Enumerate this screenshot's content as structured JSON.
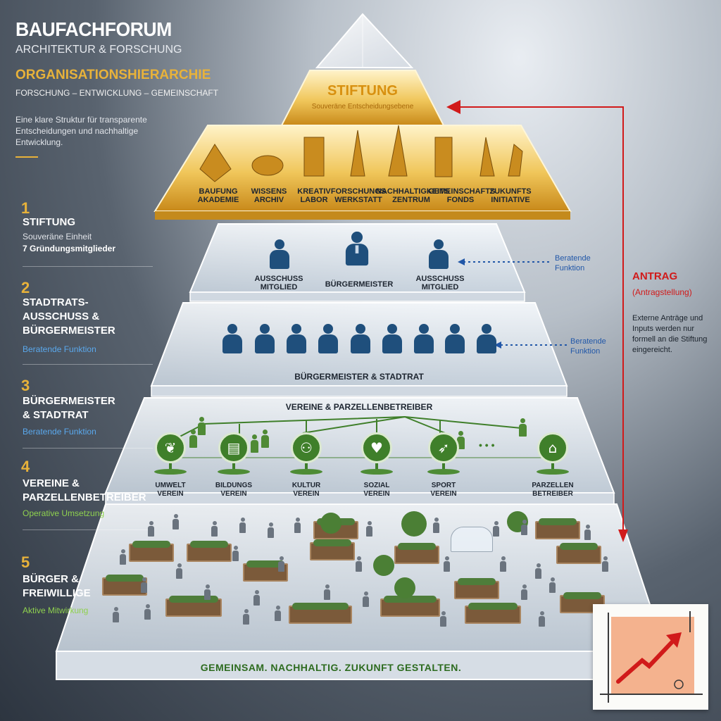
{
  "brand": {
    "name": "BAUFACHFORUM",
    "subtitle": "ARCHITEKTUR & FORSCHUNG"
  },
  "hierarchy": {
    "title": "ORGANISATIONSHIERARCHIE",
    "subtitle": "FORSCHUNG – ENTWICKLUNG – GEMEINSCHAFT",
    "description": "Eine klare Struktur für transparente Entscheidungen und nachhaltige Entwicklung."
  },
  "levels": [
    {
      "number": "1",
      "title": "STIFTUNG",
      "note1": "Souveräne Einheit",
      "note2": "7 Gründungsmitglieder"
    },
    {
      "number": "2",
      "title": "STADTRATS-\nAUSSCHUSS &\nBÜRGERMEISTER",
      "note1": "Beratende Funktion"
    },
    {
      "number": "3",
      "title": "BÜRGERMEISTER\n& STADTRAT",
      "note1": "Beratende Funktion"
    },
    {
      "number": "4",
      "title": "VEREINE &\nPARZELLENBETREIBER",
      "note1": "Operative Umsetzung"
    },
    {
      "number": "5",
      "title": "BÜRGER &\nFREIWILLIGE",
      "note1": "Aktive Mitwirkung"
    }
  ],
  "tier1": {
    "title": "STIFTUNG",
    "subtitle": "Souveräne Entscheidungsebene",
    "items": [
      {
        "line1": "BAUFUNG",
        "line2": "AKADEMIE"
      },
      {
        "line1": "WISSENS",
        "line2": "ARCHIV"
      },
      {
        "line1": "KREATIV",
        "line2": "LABOR"
      },
      {
        "line1": "FORSCHUNGS",
        "line2": "WERKSTATT"
      },
      {
        "line1": "NACHHALTIGKEITS",
        "line2": "ZENTRUM"
      },
      {
        "line1": "GEMEINSCHAFTS",
        "line2": "FONDS"
      },
      {
        "line1": "ZUKUNFTS",
        "line2": "INITIATIVE"
      }
    ]
  },
  "tier2": {
    "members": [
      {
        "line1": "AUSSCHUSS",
        "line2": "MITGLIED"
      },
      {
        "line1": "BÜRGERMEISTER",
        "line2": ""
      },
      {
        "line1": "AUSSCHUSS",
        "line2": "MITGLIED"
      }
    ],
    "advisory": {
      "line1": "Beratende",
      "line2": "Funktion"
    }
  },
  "tier3": {
    "caption": "BÜRGERMEISTER & STADTRAT",
    "advisory": {
      "line1": "Beratende",
      "line2": "Funktion"
    }
  },
  "tier4": {
    "caption": "VEREINE & PARZELLENBETREIBER",
    "ellipsis": "• • •",
    "orgs": [
      {
        "line1": "UMWELT",
        "line2": "VEREIN",
        "icon": "leaf-icon",
        "glyph": "❦"
      },
      {
        "line1": "BILDUNGS",
        "line2": "VEREIN",
        "icon": "book-icon",
        "glyph": "▤"
      },
      {
        "line1": "KULTUR",
        "line2": "VEREIN",
        "icon": "people-icon",
        "glyph": "⚇"
      },
      {
        "line1": "SOZIAL",
        "line2": "VEREIN",
        "icon": "heart-icon",
        "glyph": "♥"
      },
      {
        "line1": "SPORT",
        "line2": "VEREIN",
        "icon": "runner-icon",
        "glyph": "➶"
      },
      {
        "line1": "PARZELLEN",
        "line2": "BETREIBER",
        "icon": "house-icon",
        "glyph": "⌂"
      }
    ]
  },
  "request": {
    "title": "ANTRAG",
    "subtitle": "(Antragstellung)",
    "description": "Externe Anträge und Inputs werden nur formell an die Stiftung eingereicht."
  },
  "footer": {
    "slogan": "GEMEINSAM.  NACHHALTIG.  ZUKUNFT GESTALTEN."
  },
  "colors": {
    "gold": "#e8b23a",
    "red": "#d11a1a",
    "navy": "#1f4f7c",
    "green": "#3f7f2a",
    "advisory_blue": "#2157a8"
  }
}
